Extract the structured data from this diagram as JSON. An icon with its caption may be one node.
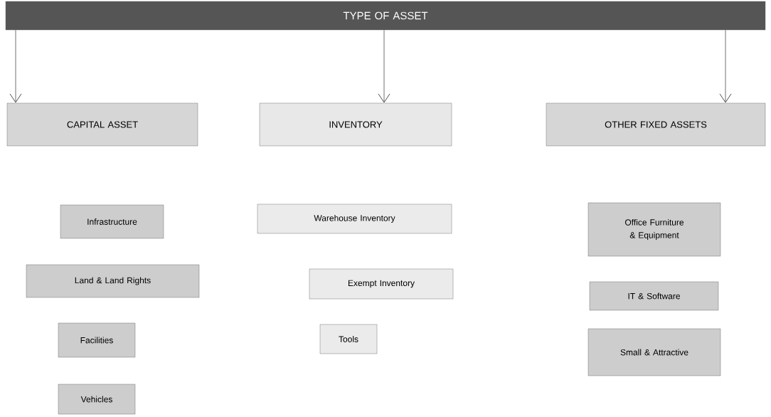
{
  "diagram": {
    "nodes": [
      {
        "text": [
          "TYPE OF ASSET"
        ]
      },
      {
        "text": [
          "CAPITAL ASSET"
        ]
      },
      {
        "text": [
          "INVENTORY"
        ]
      },
      {
        "text": [
          "OTHER FIXED ASSETS"
        ]
      },
      {
        "text": [
          "Infrastructure"
        ]
      },
      {
        "text": [
          "Land & Land Rights"
        ]
      },
      {
        "text": [
          "Facilities"
        ]
      },
      {
        "text": [
          "Vehicles"
        ]
      },
      {
        "text": [
          "Warehouse Inventory"
        ]
      },
      {
        "text": [
          "Exempt Inventory"
        ]
      },
      {
        "text": [
          "Tools"
        ]
      },
      {
        "text": [
          "Office Furniture & Equipment"
        ]
      },
      {
        "text": [
          "IT & Software"
        ]
      },
      {
        "text": [
          "Small & Attractive"
        ]
      }
    ],
    "edges": [
      {
        "from": 0,
        "to": 1,
        "arrow": "to"
      },
      {
        "from": 0,
        "to": 2,
        "arrow": "to"
      },
      {
        "from": 0,
        "to": 3,
        "arrow": "to"
      }
    ]
  }
}
